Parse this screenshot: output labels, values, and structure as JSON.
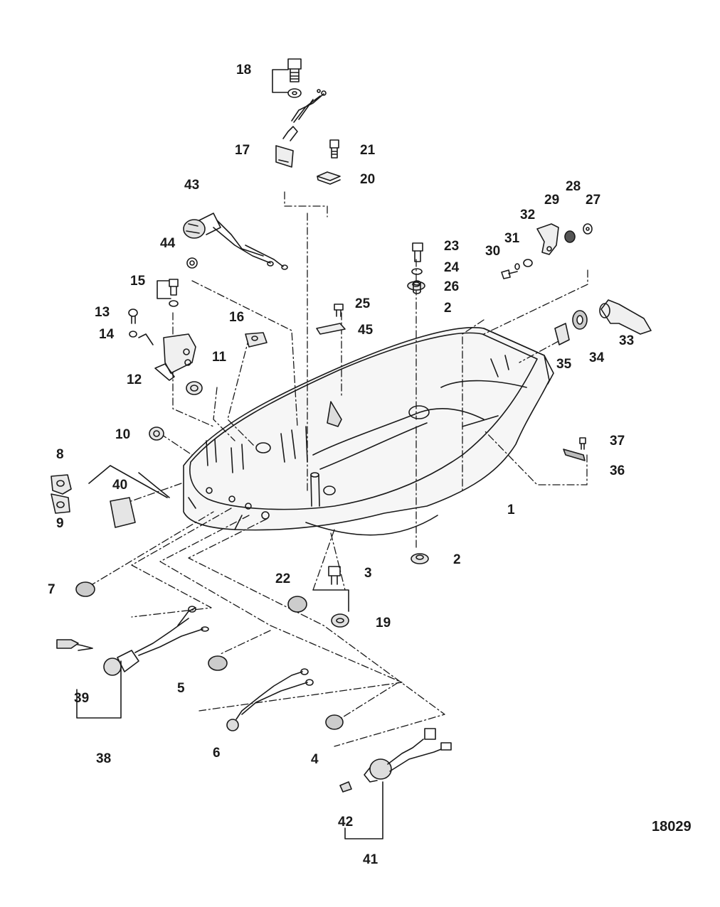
{
  "figure_number": "18029",
  "callouts": {
    "c1": "1",
    "c2a": "2",
    "c2b": "2",
    "c3": "3",
    "c4": "4",
    "c5": "5",
    "c6": "6",
    "c7": "7",
    "c8": "8",
    "c9": "9",
    "c10": "10",
    "c11": "11",
    "c12": "12",
    "c13": "13",
    "c14": "14",
    "c15": "15",
    "c16": "16",
    "c17": "17",
    "c18": "18",
    "c19": "19",
    "c20": "20",
    "c21": "21",
    "c22": "22",
    "c23": "23",
    "c24": "24",
    "c25": "25",
    "c26": "26",
    "c27": "27",
    "c28": "28",
    "c29": "29",
    "c30": "30",
    "c31": "31",
    "c32": "32",
    "c33": "33",
    "c34": "34",
    "c35": "35",
    "c36": "36",
    "c37": "37",
    "c38": "38",
    "c39": "39",
    "c40": "40",
    "c41": "41",
    "c42": "42",
    "c43": "43",
    "c44": "44",
    "c45": "45"
  }
}
